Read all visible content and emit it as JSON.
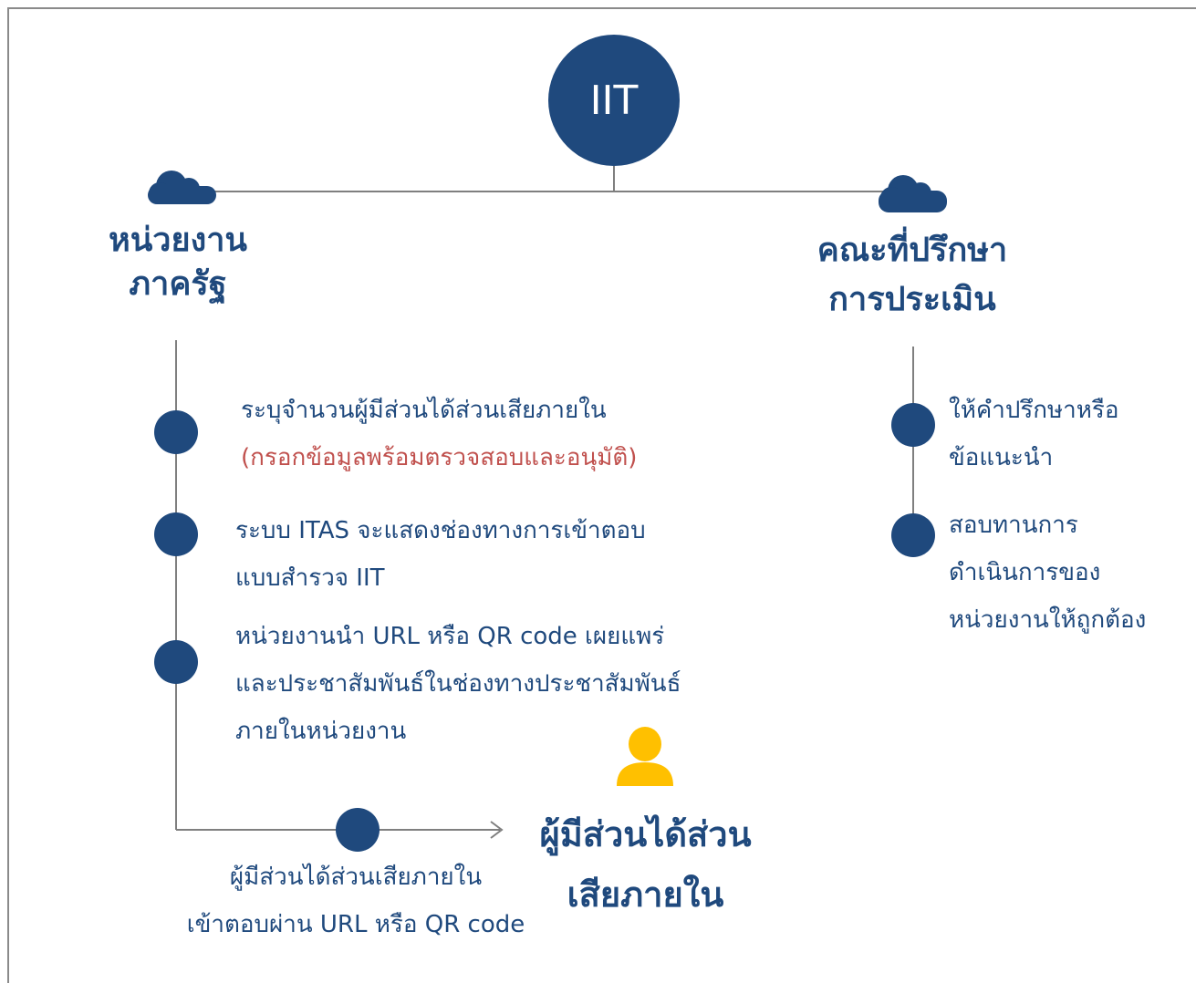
{
  "center_node": {
    "label": "IIT"
  },
  "left_branch": {
    "title_line1": "หน่วยงาน",
    "title_line2": "ภาครัฐ",
    "steps": [
      {
        "line1": "ระบุจำนวนผู้มีส่วนได้ส่วนเสียภายใน",
        "line2": "(กรอกข้อมูลพร้อมตรวจสอบและอนุมัติ)"
      },
      {
        "line1": "ระบบ ITAS จะแสดงช่องทางการเข้าตอบ",
        "line2": "แบบสำรวจ IIT"
      },
      {
        "line1": "หน่วยงานนำ URL หรือ QR code เผยแพร่",
        "line2": "และประชาสัมพันธ์ในช่องทางประชาสัมพันธ์",
        "line3": "ภายในหน่วยงาน"
      }
    ],
    "final_step": {
      "line1": "ผู้มีส่วนได้ส่วนเสียภายใน",
      "line2": "เข้าตอบผ่าน URL หรือ QR code"
    }
  },
  "right_branch": {
    "title_line1": "คณะที่ปรึกษา",
    "title_line2": "การประเมิน",
    "steps": [
      {
        "line1": "ให้คำปรึกษาหรือ",
        "line2": "ข้อแนะนำ"
      },
      {
        "line1": "สอบทานการ",
        "line2": "ดำเนินการของ",
        "line3": "หน่วยงานให้ถูกต้อง"
      }
    ]
  },
  "target": {
    "title_line1": "ผู้มีส่วนได้ส่วน",
    "title_line2": "เสียภายใน"
  },
  "colors": {
    "navy": "#1f497d",
    "red_note": "#c0504d",
    "person": "#ffc000",
    "line": "#7f7f7f"
  },
  "icons": {
    "left_cloud": "cloud-icon",
    "right_cloud": "cloud-icon",
    "target_person": "person-icon"
  }
}
